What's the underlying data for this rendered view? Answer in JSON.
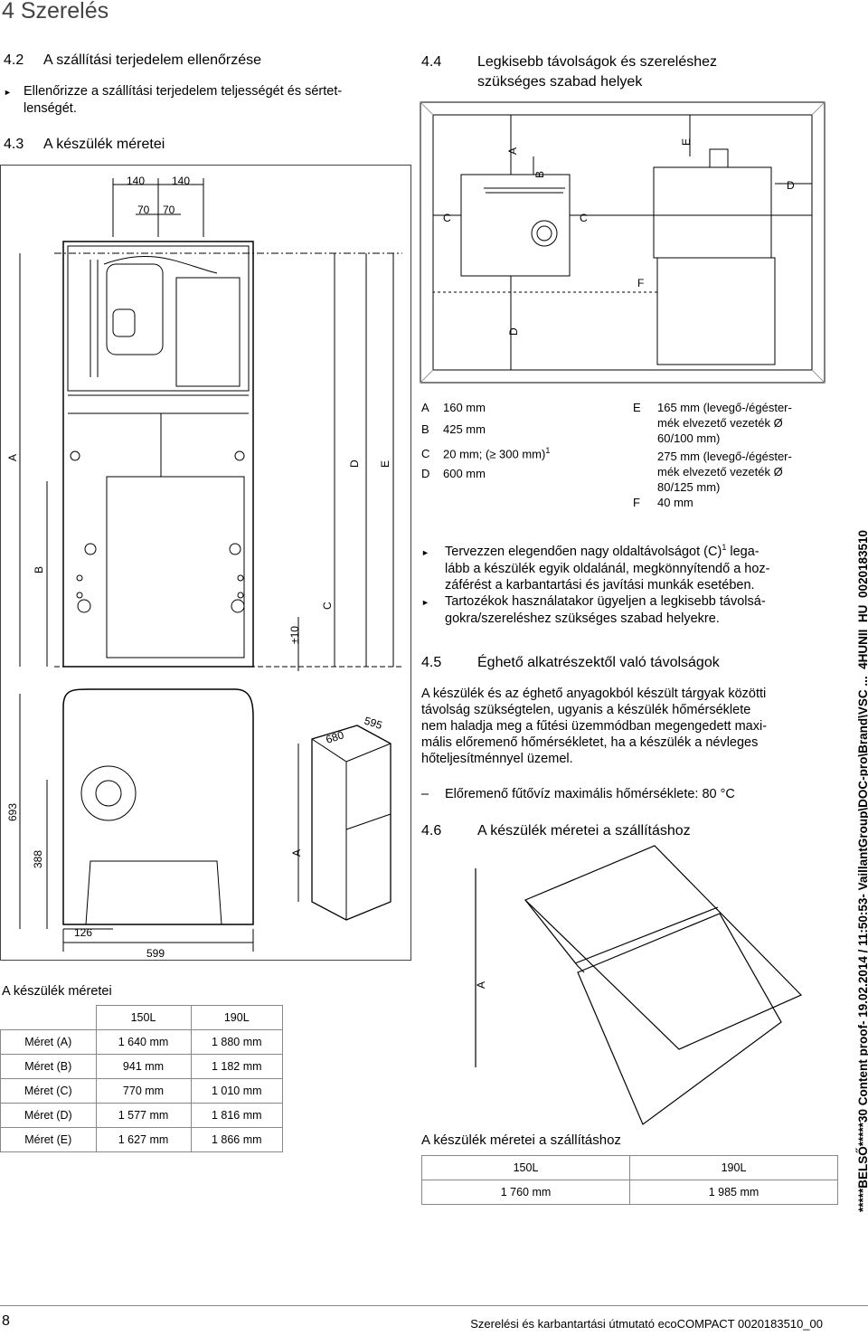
{
  "header": {
    "chapter": "4 Szerelés"
  },
  "s42": {
    "num": "4.2",
    "title": "A szállítási terjedelem ellenőrzése",
    "bullet_line1": "Ellenőrizze a szállítási terjedelem teljességét és sértet-",
    "bullet_line2": "lenségét."
  },
  "s43": {
    "num": "4.3",
    "title": "A készülék méretei"
  },
  "left_drawing": {
    "top_dims": [
      "140",
      "140",
      "70",
      "70"
    ],
    "letters": [
      "A",
      "B",
      "D",
      "E",
      "C"
    ],
    "tol": "±10",
    "iso": [
      "680",
      "595"
    ],
    "iso_letter": "A",
    "bottom": [
      "693",
      "388",
      "126",
      "599"
    ]
  },
  "table1": {
    "caption": "A készülék méretei",
    "headers": [
      "",
      "150L",
      "190L"
    ],
    "rows": [
      [
        "Méret (A)",
        "1 640 mm",
        "1 880 mm"
      ],
      [
        "Méret (B)",
        "941 mm",
        "1 182 mm"
      ],
      [
        "Méret (C)",
        "770 mm",
        "1 010 mm"
      ],
      [
        "Méret (D)",
        "1 577 mm",
        "1 816 mm"
      ],
      [
        "Méret (E)",
        "1 627 mm",
        "1 866 mm"
      ]
    ]
  },
  "s44": {
    "num": "4.4",
    "title_line1": "Legkisebb távolságok és szereléshez",
    "title_line2": "szükséges szabad helyek"
  },
  "clear_drawing": {
    "A": "A",
    "B": "B",
    "C": "C",
    "D": "D",
    "E": "E",
    "F": "F"
  },
  "legend": {
    "A": "160 mm",
    "B": "425 mm",
    "C": "20 mm; (≥ 300 mm)",
    "C_sup": "1",
    "D": "600 mm",
    "E1": "165 mm (levegő-/égéster-",
    "E2": "mék elvezető vezeték Ø",
    "E3": "60/100 mm)",
    "E4": "275 mm (levegő-/égéster-",
    "E5": "mék elvezető vezeték Ø",
    "E6": "80/125 mm)",
    "F": "40 mm",
    "letters": [
      "A",
      "B",
      "C",
      "D",
      "E",
      "F"
    ]
  },
  "bullets44": [
    [
      "Tervezzen elegendően nagy oldaltávolságot (C)",
      "1",
      " lega-",
      "lább a készülék egyik oldalánál, megkönnyítendő a hoz-",
      "záférést a karbantartási és javítási munkák esetében."
    ],
    [
      "Tartozékok használatakor ügyeljen a legkisebb távolsá-",
      "gokra/szereléshez szükséges szabad helyekre."
    ]
  ],
  "s45": {
    "num": "4.5",
    "title": "Éghető alkatrészektől való távolságok",
    "lines": [
      "A készülék és az éghető anyagokból készült tárgyak közötti",
      "távolság szükségtelen, ugyanis a készülék hőmérséklete",
      "nem haladja meg a fűtési üzemmódban megengedett maxi-",
      "mális előremenő hőmérsékletet, ha a készülék a névleges",
      "hőteljesítménnyel üzemel."
    ],
    "dash": "Előremenő fűtővíz maximális hőmérséklete: 80 °C"
  },
  "s46": {
    "num": "4.6",
    "title": "A készülék méretei a szállításhoz",
    "letter": "A"
  },
  "table2": {
    "caption": "A készülék méretei a szállításhoz",
    "headers": [
      "150L",
      "190L"
    ],
    "row": [
      "1 760 mm",
      "1 985 mm"
    ]
  },
  "side_text": "*****BELSŐ*****30 Content proof- 19.02.2014 / 11:50:53- VaillantGroup\\DOC-pro\\Brand\\VSC ..._4HUNII_HU_0020183510",
  "footer": {
    "page": "8",
    "text": "Szerelési és karbantartási útmutató ecoCOMPACT 0020183510_00"
  }
}
